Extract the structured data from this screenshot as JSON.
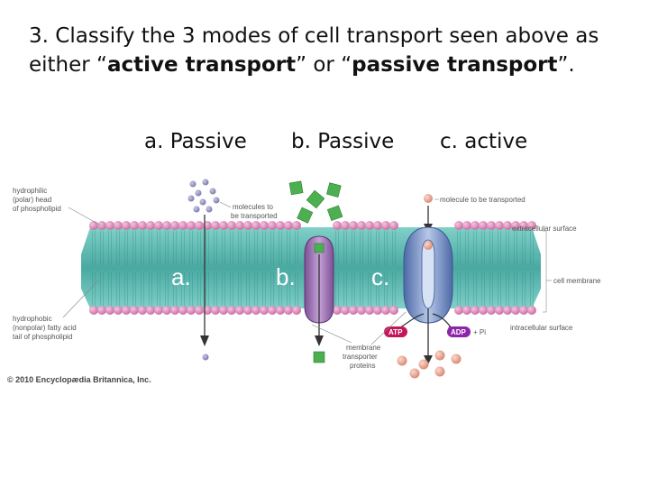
{
  "question": {
    "prefix": "3. Classify the 3 modes of cell transport seen above as either “",
    "term1": "active transport",
    "middle": "” or “",
    "term2": "passive transport",
    "suffix": "”."
  },
  "answers": {
    "a": "a. Passive",
    "b": "b. Passive",
    "c": "c. active"
  },
  "diagram": {
    "left_labels": {
      "head_1": "hydrophilic",
      "head_2": "(polar) head",
      "head_3": "of phospholipid",
      "tail_1": "hydrophobic",
      "tail_2": "(nonpolar) fatty acid",
      "tail_3": "tail of phospholipid"
    },
    "molecules_1": "molecules to",
    "molecules_2": "be transported",
    "molecule_c": "molecule to be transported",
    "extracellular": "extracellular surface",
    "intracellular": "intracellular surface",
    "cell_membrane": "cell membrane",
    "membrane_1": "membrane",
    "membrane_2": "transporter",
    "membrane_3": "proteins",
    "atp": "ATP",
    "adp": "ADP",
    "pi": "+ Pi",
    "mode_a": "a.",
    "mode_b": "b.",
    "mode_c": "c.",
    "copyright": "© 2010 Encyclopædia Britannica, Inc."
  },
  "colors": {
    "head": "#d87fb3",
    "tail": "#59b8b0",
    "protein_b": "#9b6fb0",
    "protein_c": "#6f8fc8",
    "cube": "#4caf50",
    "sphere": "#e8a08c",
    "atp": "#c2185b",
    "adp": "#8e24aa"
  }
}
